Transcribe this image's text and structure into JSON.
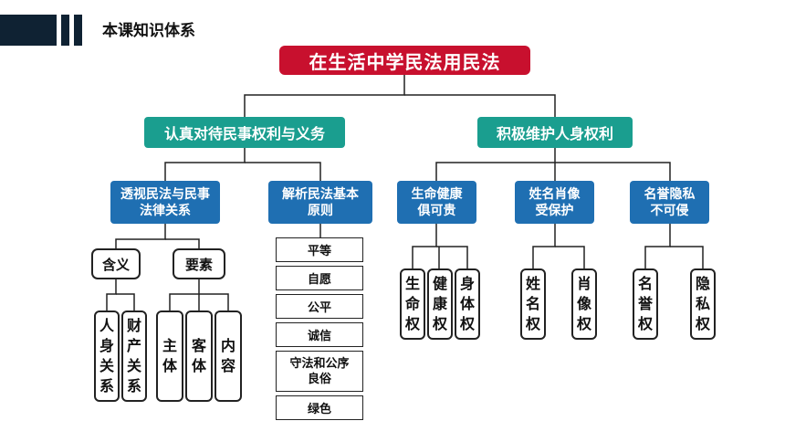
{
  "header": {
    "title": "本课知识体系"
  },
  "root": "在生活中学民法用民法",
  "branches": {
    "left": "认真对待民事权利与义务",
    "right": "积极维护人身权利"
  },
  "left": {
    "legal_relation": "透视民法与民事法律关系",
    "principles": "解析民法基本原则",
    "meaning": "含义",
    "elements": "要素",
    "meaning_items": [
      "人身关系",
      "财产关系"
    ],
    "element_items": [
      "主体",
      "客体",
      "内容"
    ],
    "principle_items": [
      "平等",
      "自愿",
      "公平",
      "诚信",
      "守法和公序良俗",
      "绿色"
    ]
  },
  "right": {
    "life": "生命健康俱可贵",
    "name": "姓名肖像受保护",
    "honor": "名誉隐私不可侵",
    "life_items": [
      "生命权",
      "健康权",
      "身体权"
    ],
    "name_items": [
      "姓名权",
      "肖像权"
    ],
    "honor_items": [
      "名誉权",
      "隐私权"
    ]
  }
}
